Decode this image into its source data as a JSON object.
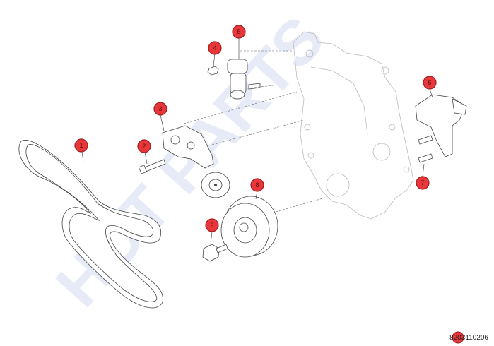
{
  "callouts": [
    {
      "id": "1",
      "label": "1"
    },
    {
      "id": "2",
      "label": "2"
    },
    {
      "id": "3",
      "label": "3"
    },
    {
      "id": "4",
      "label": "4"
    },
    {
      "id": "5",
      "label": "5"
    },
    {
      "id": "6",
      "label": "6"
    },
    {
      "id": "7",
      "label": "7"
    },
    {
      "id": "8",
      "label": "8"
    },
    {
      "id": "9",
      "label": "9"
    }
  ],
  "reference_code": "8203110206",
  "watermark": "HOT PARTS",
  "colors": {
    "callout_fill": "#e8373a",
    "callout_stroke": "#a11c1f",
    "line": "#444444",
    "faint": "#bbbbbb",
    "watermark": "#e6ebf7"
  }
}
